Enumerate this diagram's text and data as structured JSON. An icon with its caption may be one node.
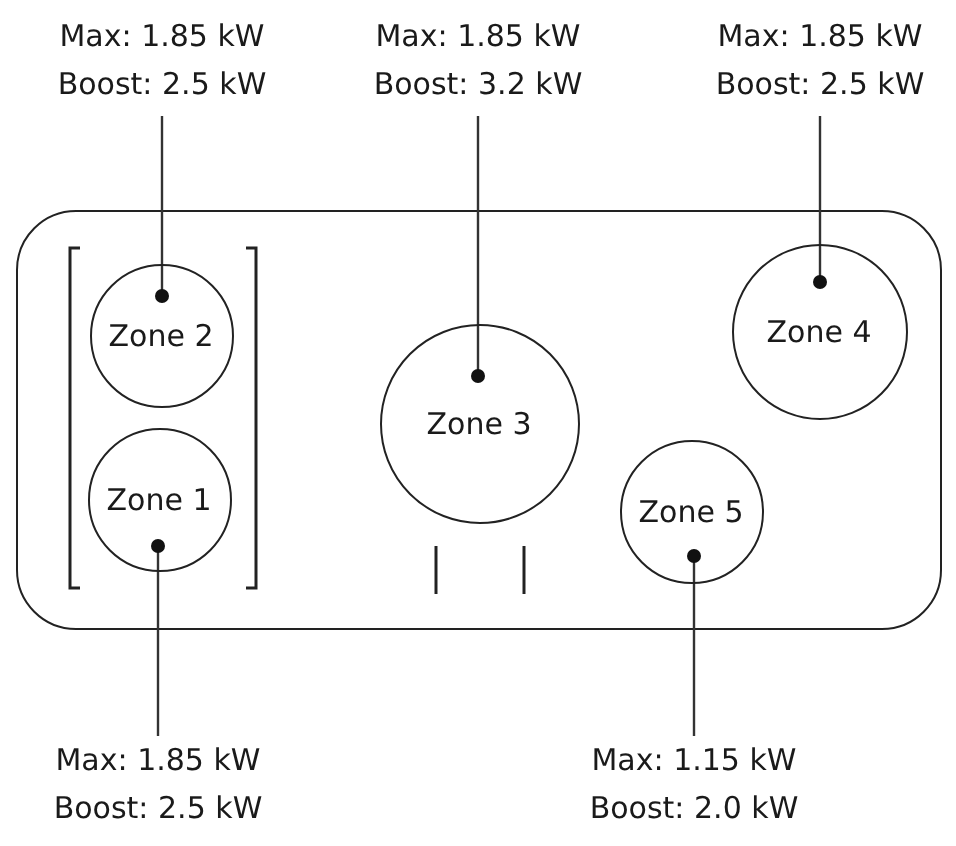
{
  "diagram": {
    "nodes": [
      {
        "text": [],
        "shape": "box"
      },
      {
        "text": [
          "Zone 2"
        ],
        "in": 0
      },
      {
        "text": [
          "Zone 1"
        ],
        "in": 0
      },
      {
        "text": [
          "Zone 3"
        ],
        "in": 0
      },
      {
        "text": [
          "Zone 4"
        ],
        "in": 0
      },
      {
        "text": [
          "Zone 5"
        ],
        "in": 0
      },
      {
        "text": [
          "Max: 1.85 kW",
          "Boost: 2.5 kW"
        ]
      },
      {
        "text": [
          "Max: 1.85 kW",
          "Boost: 3.2 kW"
        ]
      },
      {
        "text": [
          "Max: 1.85 kW",
          "Boost: 2.5 kW"
        ]
      },
      {
        "text": [
          "Max: 1.85 kW",
          "Boost: 2.5 kW"
        ]
      },
      {
        "text": [
          "Max: 1.15 kW",
          "Boost: 2.0 kW"
        ]
      }
    ],
    "edges": [
      {
        "from": 6,
        "to": 1,
        "arrow": "other"
      },
      {
        "from": 7,
        "to": 3,
        "arrow": "other"
      },
      {
        "from": 8,
        "to": 4,
        "arrow": "other"
      },
      {
        "from": 9,
        "to": 2,
        "arrow": "other"
      },
      {
        "from": 10,
        "to": 5,
        "arrow": "other"
      }
    ]
  }
}
